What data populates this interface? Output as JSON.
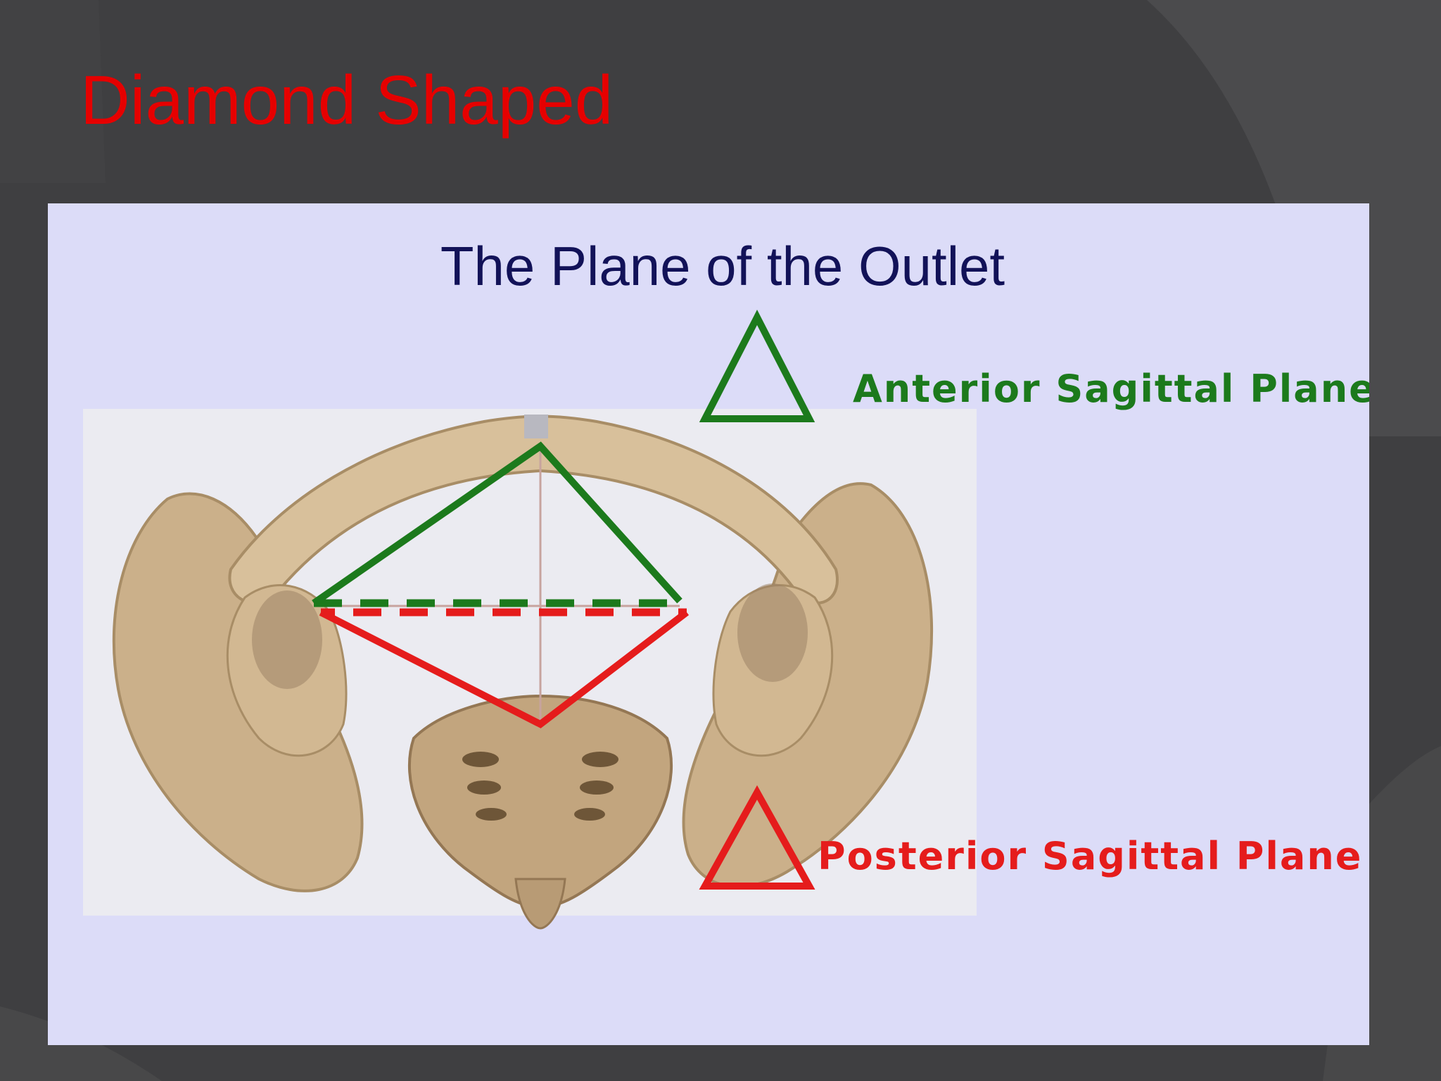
{
  "slide": {
    "title": "Diamond Shaped",
    "title_color": "#e60000",
    "background_color": "#3f3f41"
  },
  "diagram": {
    "title": "The Plane of the Outlet",
    "panel_color": "#dcdcf8",
    "anterior": {
      "label": "Anterior Sagittal Plane",
      "color": "#1c7a1c",
      "icon": "triangle-outline-icon"
    },
    "posterior": {
      "label": "Posterior Sagittal Plane",
      "color": "#e51c1c",
      "icon": "triangle-outline-icon"
    },
    "image": "pelvis-outlet-illustration"
  }
}
